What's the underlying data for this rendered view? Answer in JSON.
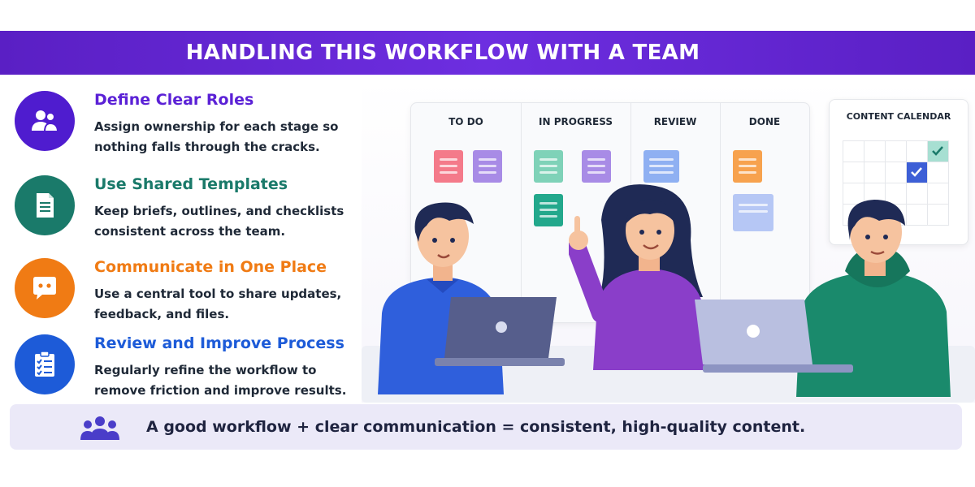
{
  "header": {
    "title": "HANDLING THIS WORKFLOW WITH A TEAM"
  },
  "tips": [
    {
      "icon": "team-icon",
      "title": "Define Clear Roles",
      "desc": "Assign ownership for each stage so nothing falls through the cracks.",
      "color": "#4f1ccf",
      "title_color": "#5b21d6"
    },
    {
      "icon": "document-icon",
      "title": "Use Shared Templates",
      "desc": "Keep briefs, outlines, and checklists consistent across the team.",
      "color": "#1a7a6a",
      "title_color": "#1a7a6a"
    },
    {
      "icon": "chat-icon",
      "title": "Communicate in One Place",
      "desc": "Use a central tool to share updates, feedback, and files.",
      "color": "#f07b14",
      "title_color": "#f07b14"
    },
    {
      "icon": "checklist-icon",
      "title": "Review and Improve Process",
      "desc": "Regularly refine the workflow to remove friction and improve results.",
      "color": "#1d5bd8",
      "title_color": "#1d5bd8"
    }
  ],
  "board": {
    "columns": [
      {
        "title": "TO DO"
      },
      {
        "title": "IN PROGRESS"
      },
      {
        "title": "REVIEW"
      },
      {
        "title": "DONE"
      }
    ]
  },
  "calendar": {
    "title": "CONTENT CALENDAR"
  },
  "footer": {
    "icon": "team-icon",
    "text": "A good workflow + clear communication = consistent, high-quality content."
  }
}
